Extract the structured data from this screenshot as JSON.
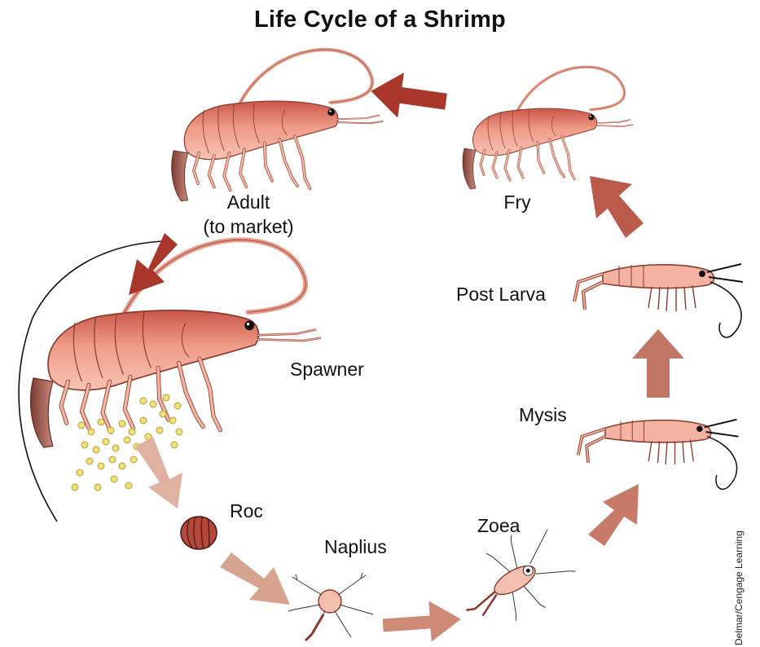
{
  "title": "Life Cycle of a Shrimp",
  "stages": {
    "adult": [
      "Adult",
      "(to market)"
    ],
    "fry": "Fry",
    "post_larva": "Post Larva",
    "spawner": "Spawner",
    "mysis": "Mysis",
    "roc": "Roc",
    "naplius": "Naplius",
    "zoea": "Zoea"
  },
  "credit": "Delmar/Cengage Learning",
  "colors": {
    "shrimp_body": "#f0a796",
    "shrimp_outline": "#8a3a2c",
    "dark_arrow": "#a8362b",
    "mid_arrow": "#c77a68",
    "light_arrow": "#deb1a0",
    "egg": "#efe07a"
  }
}
